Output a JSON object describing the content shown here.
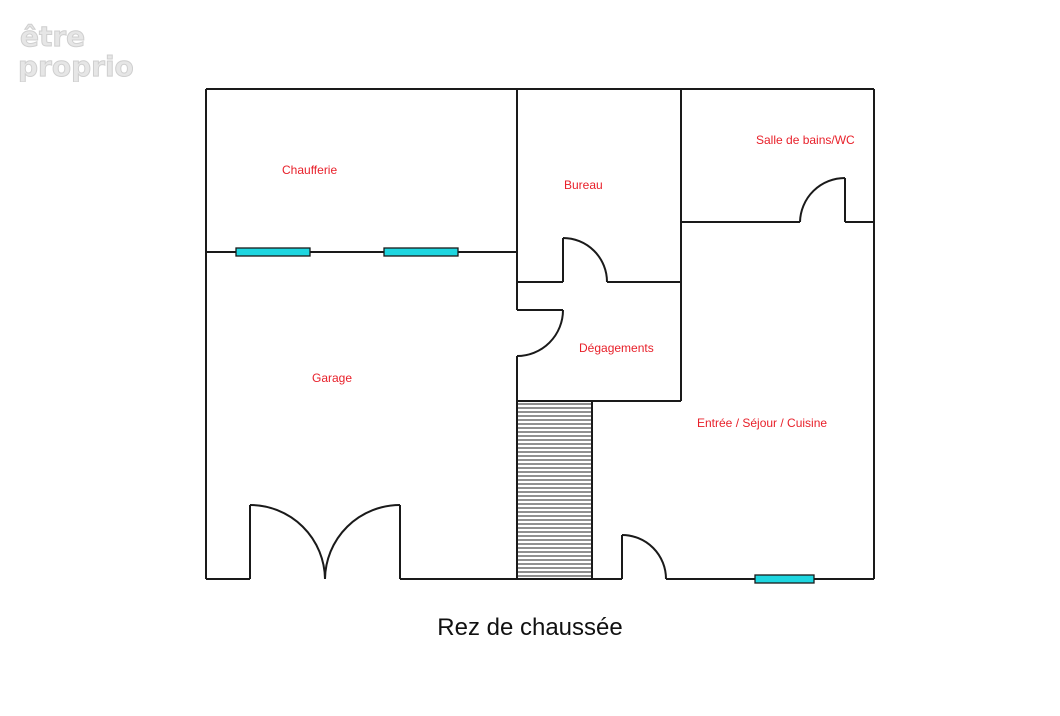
{
  "logo": {
    "line1": "être",
    "line2": "proprio",
    "color": "#d9d9d9"
  },
  "rooms": {
    "chaufferie": "Chaufferie",
    "bureau": "Bureau",
    "salle_de_bains": "Salle de bains/WC",
    "degagements": "Dégagements",
    "garage": "Garage",
    "sejour": "Entrée / Séjour / Cuisine"
  },
  "caption": "Rez de chaussée",
  "colors": {
    "walls": "#1a1a1a",
    "windows": "#1ed6e0",
    "labels": "#e8202a"
  }
}
